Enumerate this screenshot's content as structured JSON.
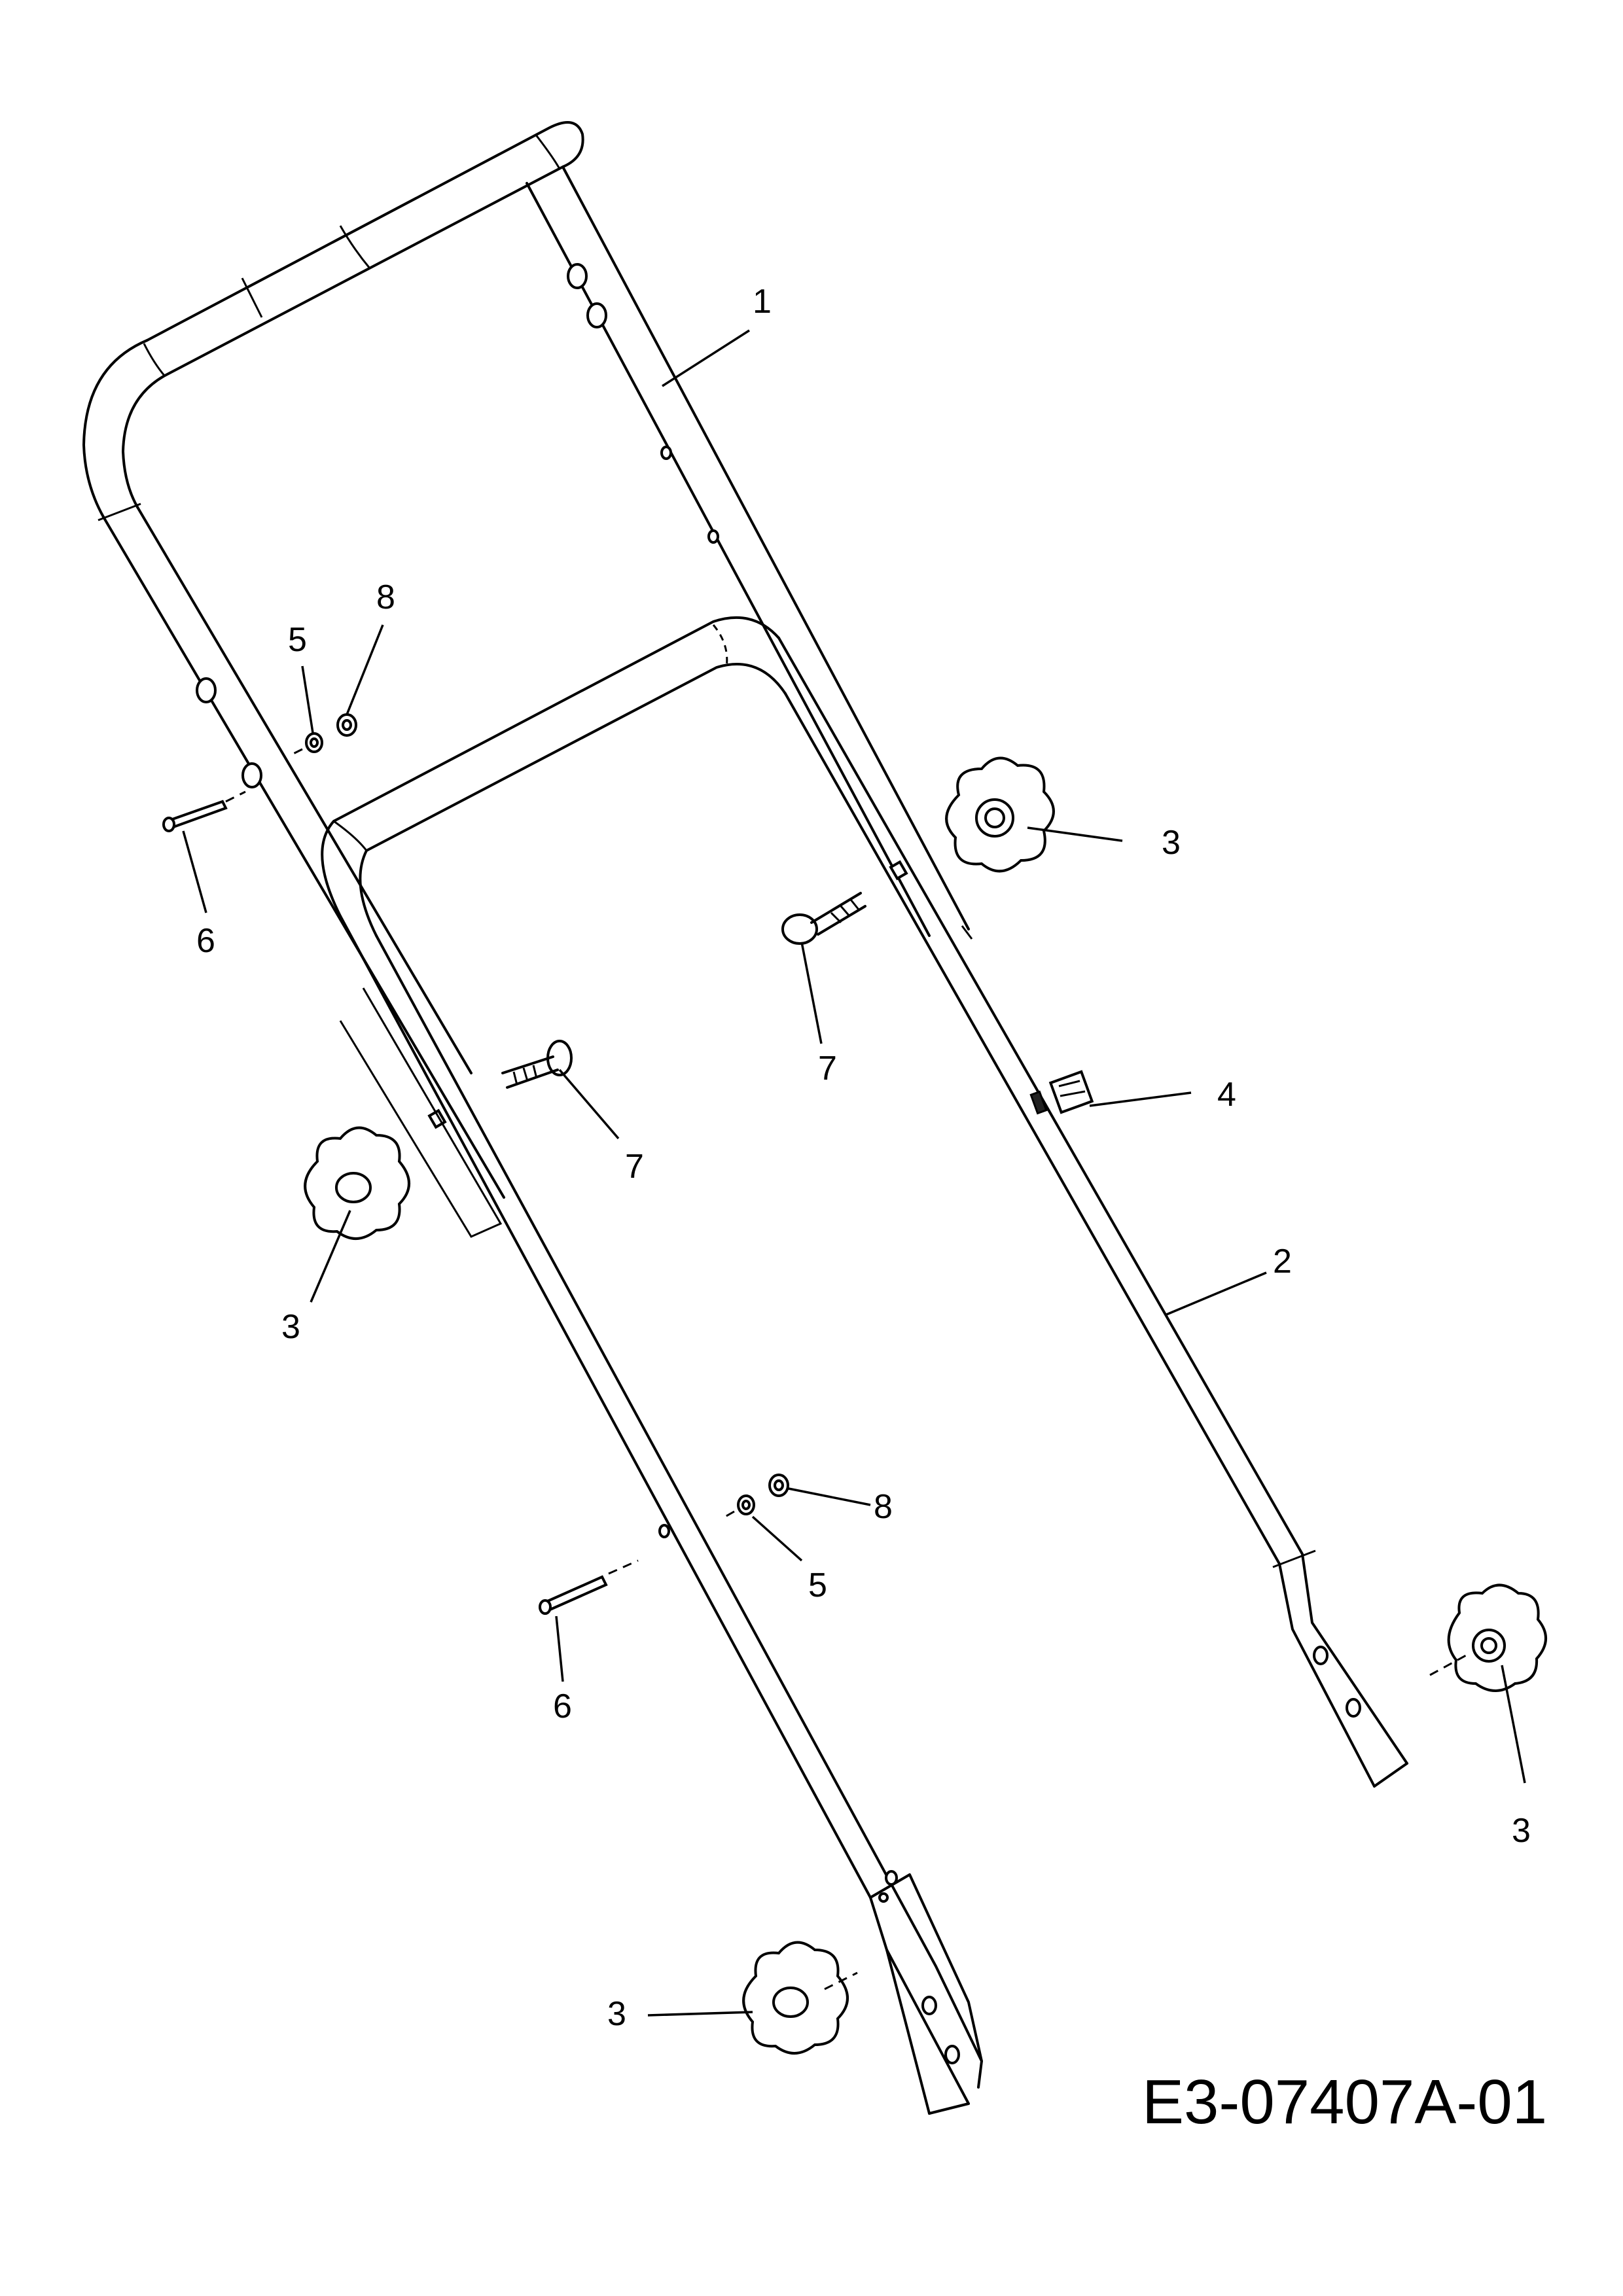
{
  "drawing": {
    "id": "E3-07407A-01"
  },
  "callouts": {
    "c1": "1",
    "c2": "2",
    "c3a": "3",
    "c3b": "3",
    "c3c": "3",
    "c3d": "3",
    "c4": "4",
    "c5a": "5",
    "c5b": "5",
    "c6a": "6",
    "c6b": "6",
    "c7a": "7",
    "c7b": "7",
    "c8a": "8",
    "c8b": "8"
  }
}
